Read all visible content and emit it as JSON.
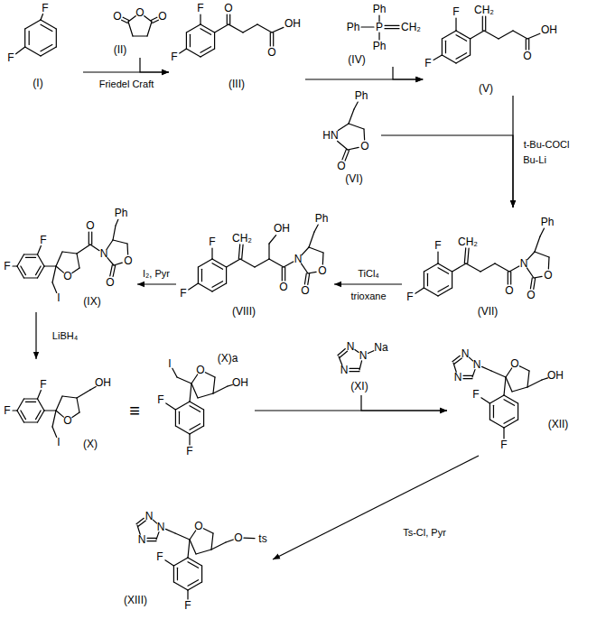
{
  "diagram": {
    "nodes": [
      {
        "text": [
          "(I)",
          "F",
          "F"
        ]
      },
      {
        "text": [
          "(II)",
          "O",
          "O",
          "O"
        ]
      },
      {
        "text": [
          "(III)",
          "F",
          "O",
          "O",
          "OH",
          "F"
        ]
      },
      {
        "text": [
          "(IV)",
          "Ph",
          "P",
          "Ph",
          "Ph",
          "CH₂"
        ]
      },
      {
        "text": [
          "(V)",
          "CH₂",
          "F",
          "O",
          "OH",
          "F"
        ]
      },
      {
        "text": [
          "(VI)",
          "Ph",
          "HN",
          "O",
          "O"
        ]
      },
      {
        "text": [
          "(VII)",
          "CH₂",
          "F",
          "F",
          "O",
          "N",
          "O",
          "O",
          "Ph"
        ]
      },
      {
        "text": [
          "(VIII)",
          "CH₂",
          "F",
          "F",
          "OH",
          "O",
          "N",
          "O",
          "O",
          "Ph"
        ]
      },
      {
        "text": [
          "(IX)",
          "F",
          "F",
          "O",
          "I",
          "O",
          "N",
          "O",
          "O",
          "Ph"
        ]
      },
      {
        "text": [
          "(X)",
          "F",
          "F",
          "O",
          "I",
          "OH"
        ]
      },
      {
        "text": [
          "(X)a",
          "I",
          "O",
          "OH",
          "F",
          "F"
        ]
      },
      {
        "text": [
          "(XI)",
          "N",
          "N",
          "N",
          "Na"
        ]
      },
      {
        "text": [
          "(XII)",
          "N",
          "N",
          "N",
          "O",
          "OH",
          "F",
          "F"
        ]
      },
      {
        "text": [
          "(XIII)",
          "N",
          "N",
          "N",
          "O",
          "O",
          "ts",
          "F",
          "F"
        ]
      }
    ],
    "edges": [
      {
        "from": 0,
        "to": 2,
        "arrow": "to",
        "label": "Friedel Craft"
      },
      {
        "from": 1,
        "to": 2,
        "arrow": "to"
      },
      {
        "from": 2,
        "to": 4,
        "arrow": "to"
      },
      {
        "from": 3,
        "to": 4,
        "arrow": "to"
      },
      {
        "from": 4,
        "to": 6,
        "arrow": "to",
        "label": "t-Bu-COCl"
      },
      {
        "from": 5,
        "to": 6,
        "arrow": "to"
      },
      {
        "from": 6,
        "to": 7,
        "arrow": "to",
        "label": "TiCl₄"
      },
      {
        "from": 7,
        "to": 8,
        "arrow": "to",
        "label": "I₂, Pyr"
      },
      {
        "from": 8,
        "to": 9,
        "arrow": "to",
        "label": "LiBH₄"
      },
      {
        "from": 10,
        "to": 12,
        "arrow": "to"
      },
      {
        "from": 11,
        "to": 12,
        "arrow": "to"
      },
      {
        "from": 12,
        "to": 13,
        "arrow": "to",
        "label": "Ts-Cl, Pyr"
      }
    ],
    "labels": [
      "Bu-Li",
      "trioxane",
      "≡"
    ]
  }
}
